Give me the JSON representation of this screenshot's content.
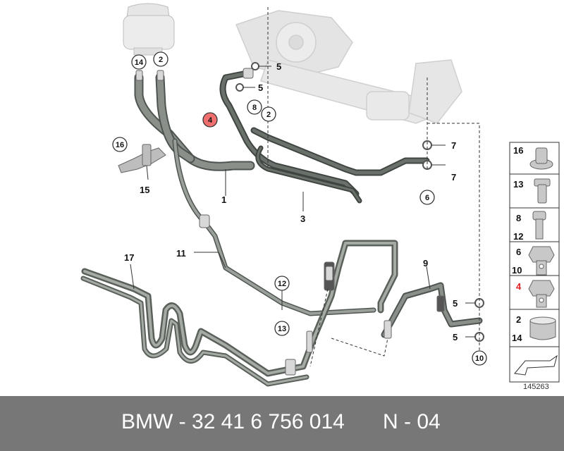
{
  "diagram": {
    "callouts": {
      "c14_top": "14",
      "c2_top": "2",
      "c16": "16",
      "c15": "15",
      "c4": "4",
      "c8": "8",
      "c2_mid": "2",
      "c5_a": "5",
      "c5_b": "5",
      "c7_a": "7",
      "c7_b": "7",
      "c6": "6",
      "c1": "1",
      "c3": "3",
      "c11": "11",
      "c17": "17",
      "c9": "9",
      "c12": "12",
      "c13": "13",
      "c5_c": "5",
      "c5_d": "5",
      "c10": "10"
    },
    "legend": {
      "items": [
        {
          "top": "16",
          "bottom": ""
        },
        {
          "top": "13",
          "bottom": ""
        },
        {
          "top": "8",
          "bottom": "12"
        },
        {
          "top": "6",
          "bottom": "10"
        },
        {
          "top": "4",
          "bottom": ""
        },
        {
          "top": "2",
          "bottom": "14"
        }
      ],
      "ref_number": "145263",
      "highlight_color": "#e02020"
    },
    "colors": {
      "hose": "#7a7f7a",
      "hose_dark": "#4e5550",
      "ghost": "#dcdcdc",
      "callout_highlight": "#ef6f6f"
    }
  },
  "footer": {
    "part_text": "BMW - 32 41 6 756 014",
    "code_text": "N - 04"
  }
}
